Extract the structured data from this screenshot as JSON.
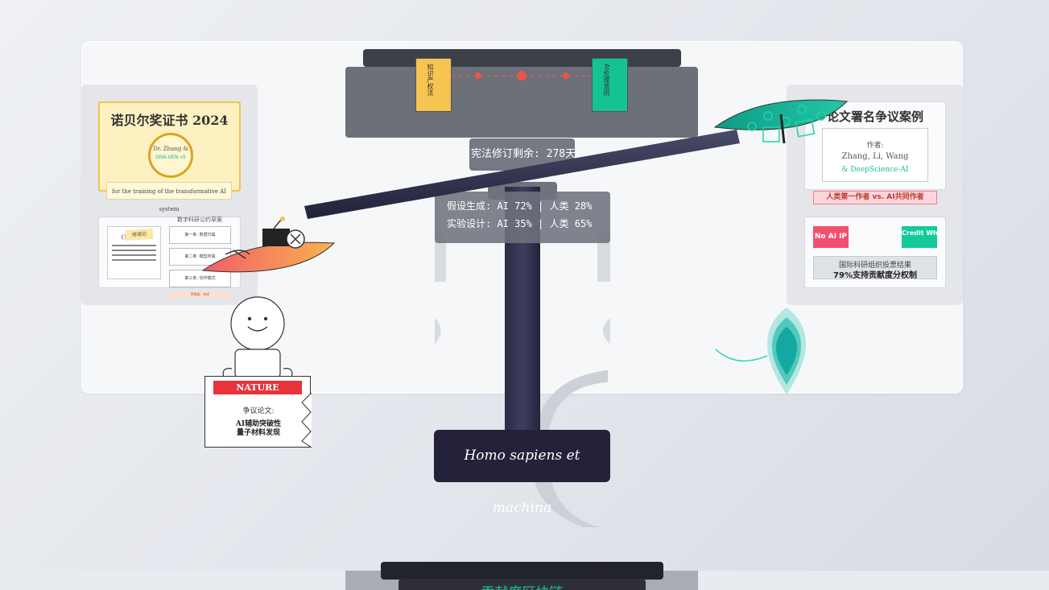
{
  "left_panel": {
    "certificate": {
      "title": "诺贝尔奖证书 2024",
      "medal_name": "Dr. Zhang &",
      "medal_code": "DNA-GEN v5",
      "citation": "for the training of the transformative AI system"
    },
    "document": {
      "tag": "修错记",
      "side_label": "们",
      "heading": "数字科研公约草案",
      "items": [
        "第一条: 数据归属",
        "第二条: 模型权属",
        "第三条: 协作模式"
      ],
      "footer": "草稿版 · 待定"
    }
  },
  "right_panel": {
    "dispute": {
      "title": "论文署名争议案例",
      "author_label": "作者:",
      "authors": "Zhang, Li, Wang",
      "ai_author": "& DeepScience-AI",
      "banner": "人类第一作者 vs. AI共同作者"
    },
    "vote": {
      "tag_left": "No AI IP",
      "tag_right": "Credit Where Code Due",
      "result_label": "国际科研组织投票结果",
      "result_value": "79%支持贡献度分权制"
    }
  },
  "center": {
    "card_left_label": "知识产权法",
    "card_right_label": "AI伦理准则",
    "countdown": "宪法修订剩余: 278天",
    "stats": {
      "line1": "假设生成: AI 72% | 人类 28%",
      "line2": "实验设计: AI 35% | 人类 65%"
    },
    "motto": "Homo sapiens et machina",
    "bottom_title": "贡献度区块链"
  },
  "figure": {
    "sign_header": "NATURE",
    "sign_label": "争议论文:",
    "sign_line1": "AI辅助突破性",
    "sign_line2": "量子材料发现"
  },
  "colors": {
    "accent_green": "#14c99a",
    "accent_yellow": "#f5c451",
    "accent_red": "#e8323c",
    "dark_navy": "#23223a"
  },
  "icons": [
    "leaf-boat-icon",
    "ai-leaf-icon",
    "balance-scale-icon",
    "stick-figure-icon"
  ]
}
